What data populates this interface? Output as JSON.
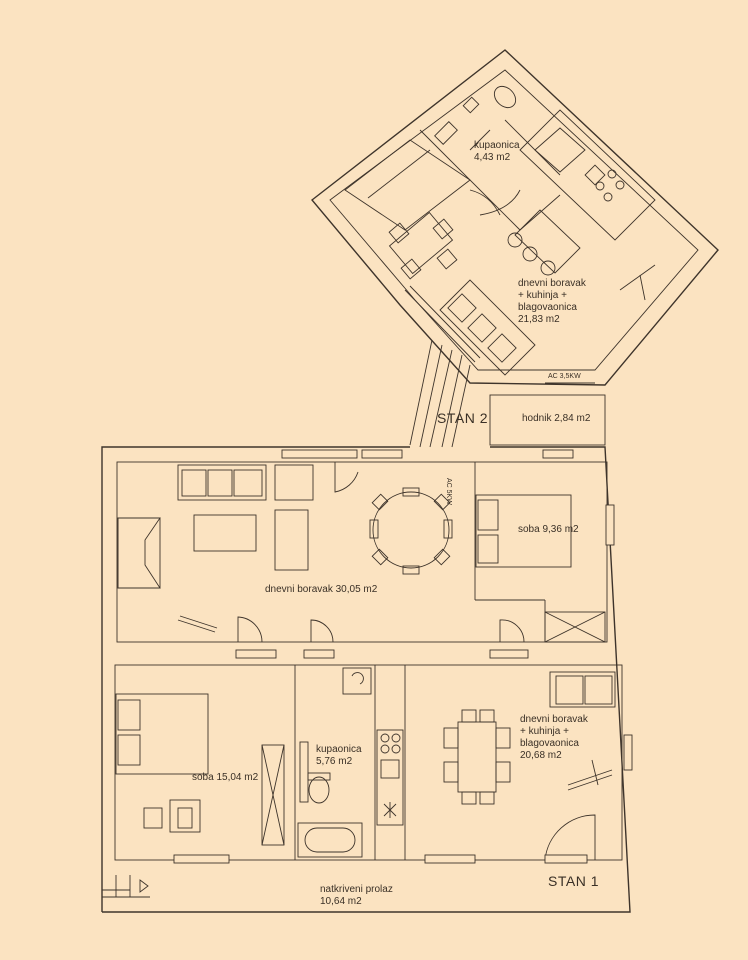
{
  "rooms": {
    "upper_bathroom": {
      "name": "kupaonica",
      "area": "4,43 m2"
    },
    "upper_living": {
      "line1": "dnevni boravak",
      "line2": "+ kuhinja +",
      "line3": "blagovaonica",
      "area": "21,83 m2"
    },
    "hallway": {
      "name": "hodnik 2,84 m2"
    },
    "big_living": {
      "name": "dnevni boravak 30,05 m2"
    },
    "bedroom_small": {
      "name": "soba 9,36 m2"
    },
    "bedroom_large": {
      "name": "soba 15,04 m2"
    },
    "lower_bathroom": {
      "name": "kupaonica",
      "area": "5,76 m2"
    },
    "lower_living": {
      "line1": "dnevni boravak",
      "line2": "+ kuhinja +",
      "line3": "blagovaonica",
      "area": "20,68 m2"
    },
    "passage": {
      "name": "natkriveni prolaz",
      "area": "10,64 m2"
    }
  },
  "units": {
    "stan1": "STAN 1",
    "stan2": "STAN 2"
  },
  "ac": {
    "upper": "AC 3,5KW",
    "vertical": "AC 5KW"
  }
}
